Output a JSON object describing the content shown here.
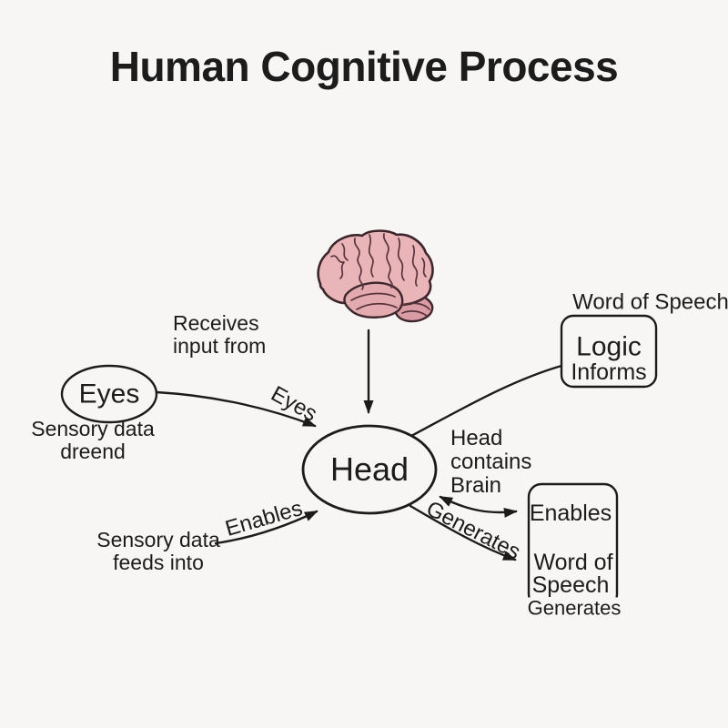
{
  "title": "Human Cognitive Process",
  "colors": {
    "background": "#f7f6f4",
    "line": "#1b1b1b",
    "text": "#1c1c1c",
    "brain_fill": "#e9b5b9",
    "brain_shade_temporal": "#e3abb0",
    "brain_shade_cerebellum": "#d99ca4",
    "brain_outline": "#3c262b"
  },
  "icons": {
    "brain": "brain-illustration"
  },
  "nodes": {
    "eyes": {
      "label": "Eyes",
      "caption": {
        "line1": "Sensory data",
        "line2": "dreend"
      }
    },
    "head": {
      "label": "Head",
      "annotation": {
        "line1": "Head",
        "line2": "contains",
        "line3": "Brain"
      }
    },
    "logic": {
      "label": "Logic",
      "sublabel": "Informs",
      "caption": "Word of Speech"
    },
    "speech": {
      "line1": "Enables",
      "line2": "Word of",
      "line3": "Speech",
      "line4": "Generates"
    }
  },
  "annotations": {
    "receives": {
      "line1": "Receives",
      "line2": "input from"
    },
    "sensory_feeds": {
      "line1": "Sensory data",
      "line2": "feeds into"
    }
  },
  "edges": {
    "eyes_to_head_label": "Eyes",
    "sensory_to_head_label": "Enables",
    "head_to_speech_label": "Generates"
  }
}
